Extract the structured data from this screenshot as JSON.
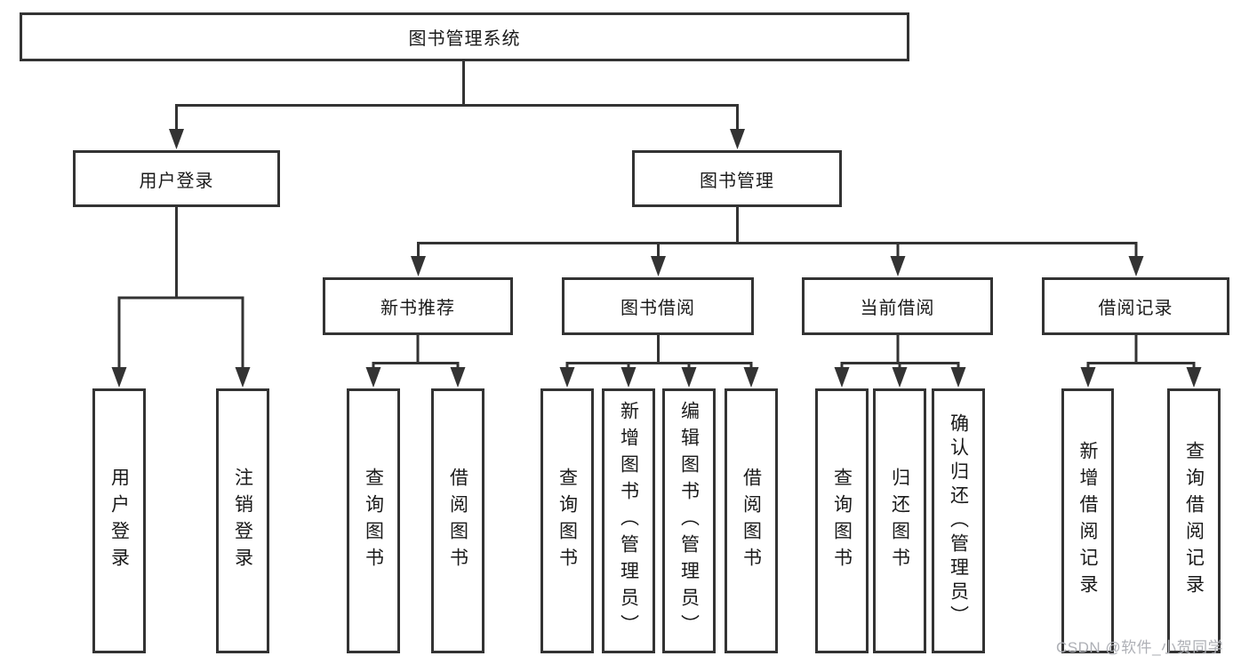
{
  "diagram_title": "图书管理系统",
  "nodes": {
    "root": "图书管理系统",
    "user_login": "用户登录",
    "book_management": "图书管理",
    "new_book_recommend": "新书推荐",
    "book_borrowing": "图书借阅",
    "current_borrowing": "当前借阅",
    "borrowing_records": "借阅记录",
    "leaf_user_login": "用户登录",
    "leaf_logout": "注销登录",
    "leaf_nbr_query_books": "查询图书",
    "leaf_nbr_borrow_books": "借阅图书",
    "leaf_bb_query_books": "查询图书",
    "leaf_bb_add_books_admin": "新增图书（管理员）",
    "leaf_bb_edit_books_admin": "编辑图书（管理员）",
    "leaf_bb_borrow_books": "借阅图书",
    "leaf_cb_query_books": "查询图书",
    "leaf_cb_return_books": "归还图书",
    "leaf_cb_confirm_return_admin": "确认归还（管理员）",
    "leaf_br_add_record": "新增借阅记录",
    "leaf_br_query_record": "查询借阅记录"
  },
  "hierarchy": {
    "图书管理系统": {
      "用户登录": [
        "用户登录",
        "注销登录"
      ],
      "图书管理": {
        "新书推荐": [
          "查询图书",
          "借阅图书"
        ],
        "图书借阅": [
          "查询图书",
          "新增图书（管理员）",
          "编辑图书（管理员）",
          "借阅图书"
        ],
        "当前借阅": [
          "查询图书",
          "归还图书",
          "确认归还（管理员）"
        ],
        "借阅记录": [
          "新增借阅记录",
          "查询借阅记录"
        ]
      }
    }
  },
  "watermark": "CSDN @软件_小贺同学",
  "colors": {
    "background": "#ffffff",
    "box_border": "#333333",
    "connector_line": "#333333",
    "text": "#1a1a1a",
    "watermark": "#aeb0b6"
  }
}
